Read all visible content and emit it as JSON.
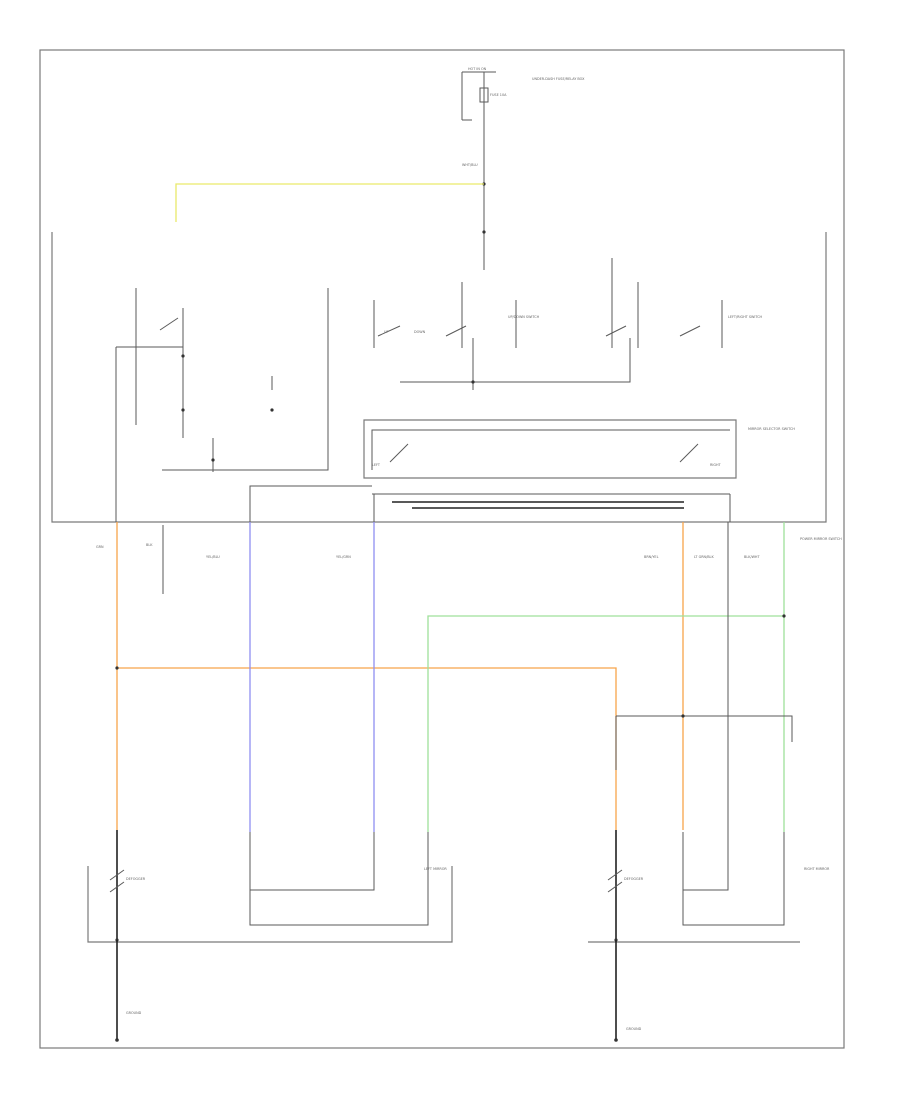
{
  "diagram": {
    "colors": {
      "orange_wire": "#f7a44a",
      "blue_wire": "#8f8ff2",
      "green_wire": "#9fe09a",
      "yellow_wire": "#e9e96a",
      "frame": "#7a7a7a",
      "line": "#5a5a5a"
    },
    "labels": [
      "HOT IN ON",
      "UNDER-DASH FUSE/RELAY BOX",
      "FUSE 10A",
      "WHT/BLU",
      "MIRROR SELECTOR SWITCH",
      "LEFT",
      "RIGHT",
      "UP",
      "DOWN",
      "UP/DOWN SWITCH",
      "LEFT/RIGHT SWITCH",
      "POWER MIRROR SWITCH",
      "LEFT MIRROR",
      "RIGHT MIRROR",
      "DEFOGGER",
      "GRN",
      "BLK",
      "YEL/BLU",
      "YEL/GRN",
      "BRN/YEL",
      "LT GRN/BLK",
      "BLK/WHT",
      "GROUND"
    ]
  }
}
